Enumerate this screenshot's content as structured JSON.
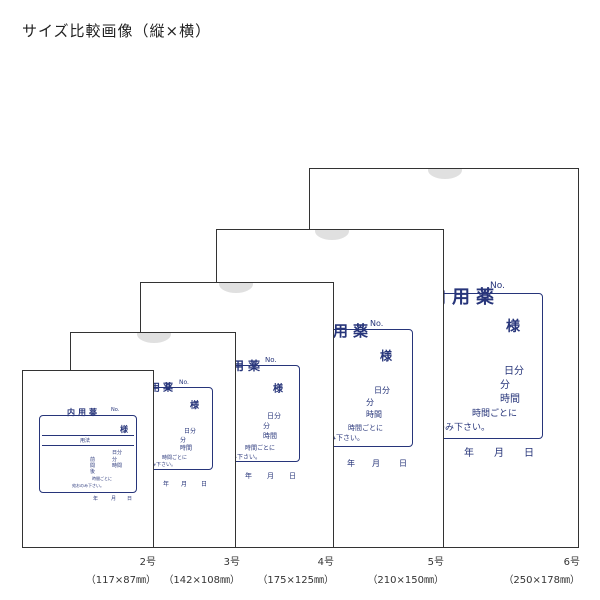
{
  "title": "サイズ比較画像（縦×横）",
  "form": {
    "heading": "内用薬",
    "no": "No.",
    "sama": "様",
    "method": "用法",
    "date_units": [
      "年",
      "月",
      "日"
    ],
    "before": "前",
    "between": "間",
    "after": "後",
    "per_day": "日分",
    "bun": "分",
    "jikan": "時間",
    "every_hours": "時間ごとに",
    "instruction": "宛おのみ下さい。"
  },
  "sizes": [
    {
      "name": "2号",
      "dims": "（117×87㎜）"
    },
    {
      "name": "3号",
      "dims": "（142×108㎜）"
    },
    {
      "name": "4号",
      "dims": "（175×125㎜）"
    },
    {
      "name": "5号",
      "dims": "（210×150㎜）"
    },
    {
      "name": "6号",
      "dims": "（250×178㎜）"
    }
  ]
}
